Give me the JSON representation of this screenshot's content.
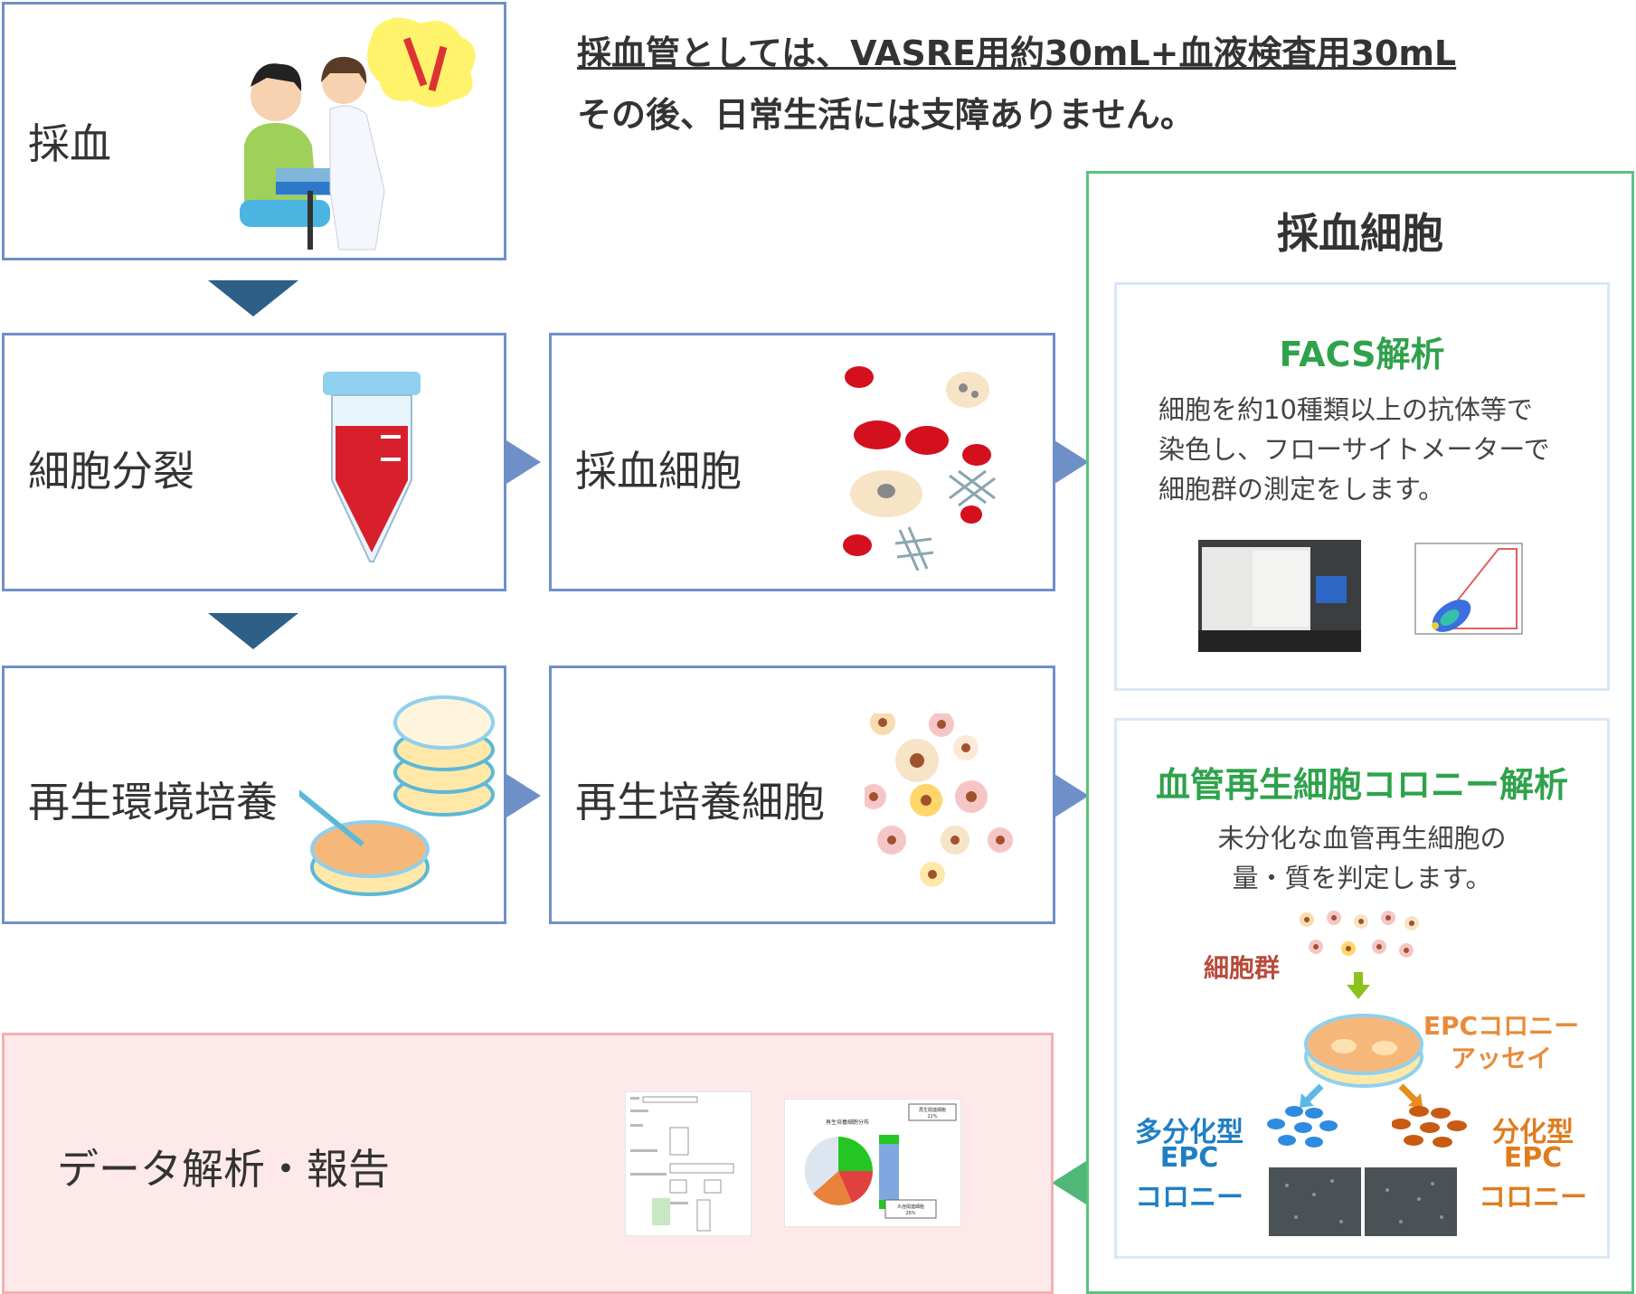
{
  "notes": {
    "line1": "採血管としては、VASRE用約30mL+血液検査用30mL",
    "line2": "その後、日常生活には支障ありません。"
  },
  "steps": {
    "blood_draw": "採血",
    "cell_division": "細胞分裂",
    "culture": "再生環境培養",
    "report": "データ解析・報告"
  },
  "cells": {
    "blood_cells": "採血細胞",
    "cultured_cells": "再生培養細胞"
  },
  "panel": {
    "title": "採血細胞",
    "facs": {
      "title": "FACS解析",
      "lines": [
        "細胞を約10種類以上の抗体等で",
        "染色し、フローサイトメーターで",
        "細胞群の測定をします。"
      ]
    },
    "colony": {
      "title": "血管再生細胞コロニー解析",
      "lines": [
        "未分化な血管再生細胞の",
        "量・質を判定します。"
      ],
      "cell_group": "細胞群",
      "assay_line1": "EPCコロニー",
      "assay_line2": "アッセイ",
      "multi_l1": "多分化型",
      "multi_l2": "EPC",
      "multi_l3": "コロニー",
      "diff_l1": "分化型",
      "diff_l2": "EPC",
      "diff_l3": "コロニー"
    }
  },
  "report_chart": {
    "title": "再生培養細胞分布",
    "callout1_l1": "再生関連細胞",
    "callout1_l2": "22%",
    "callout2_l1": "炎症関連細胞",
    "callout2_l2": "26%"
  },
  "colors": {
    "step_border": "#6f8fc8",
    "down_arrow": "#2e5f87",
    "panel_border": "#5bc27e",
    "green_title": "#2fa24c",
    "report_bg": "#fde9ea",
    "cell_group_label": "#b84a3a",
    "assay_label": "#e98b3a",
    "multi_label": "#1f7fc4",
    "diff_label": "#e07c1e"
  }
}
